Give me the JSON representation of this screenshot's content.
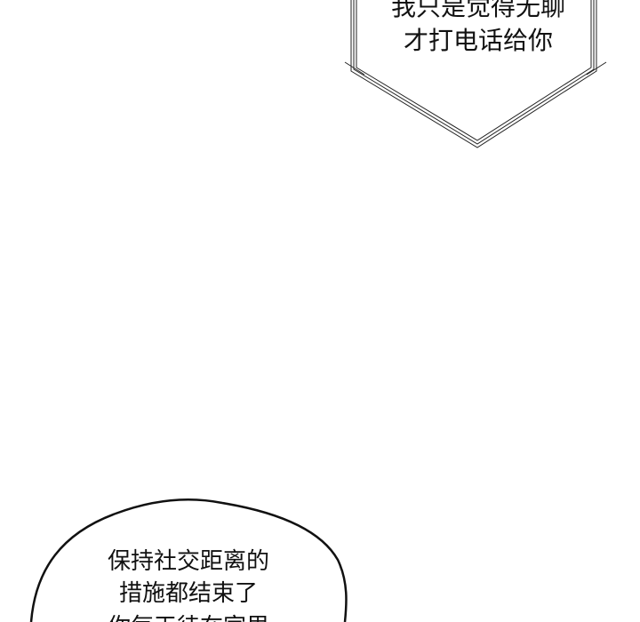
{
  "panel": {
    "top_bubble": {
      "style": "jagged-triple-line",
      "lines": [
        "我只是觉得无聊",
        "才打电话给你"
      ]
    },
    "bottom_bubble": {
      "style": "round-hand-drawn",
      "lines": [
        "保持社交距离的",
        "措施都结束了",
        "你每天待在家里"
      ]
    },
    "colors": {
      "background": "#ffffff",
      "ink": "#111111"
    }
  }
}
